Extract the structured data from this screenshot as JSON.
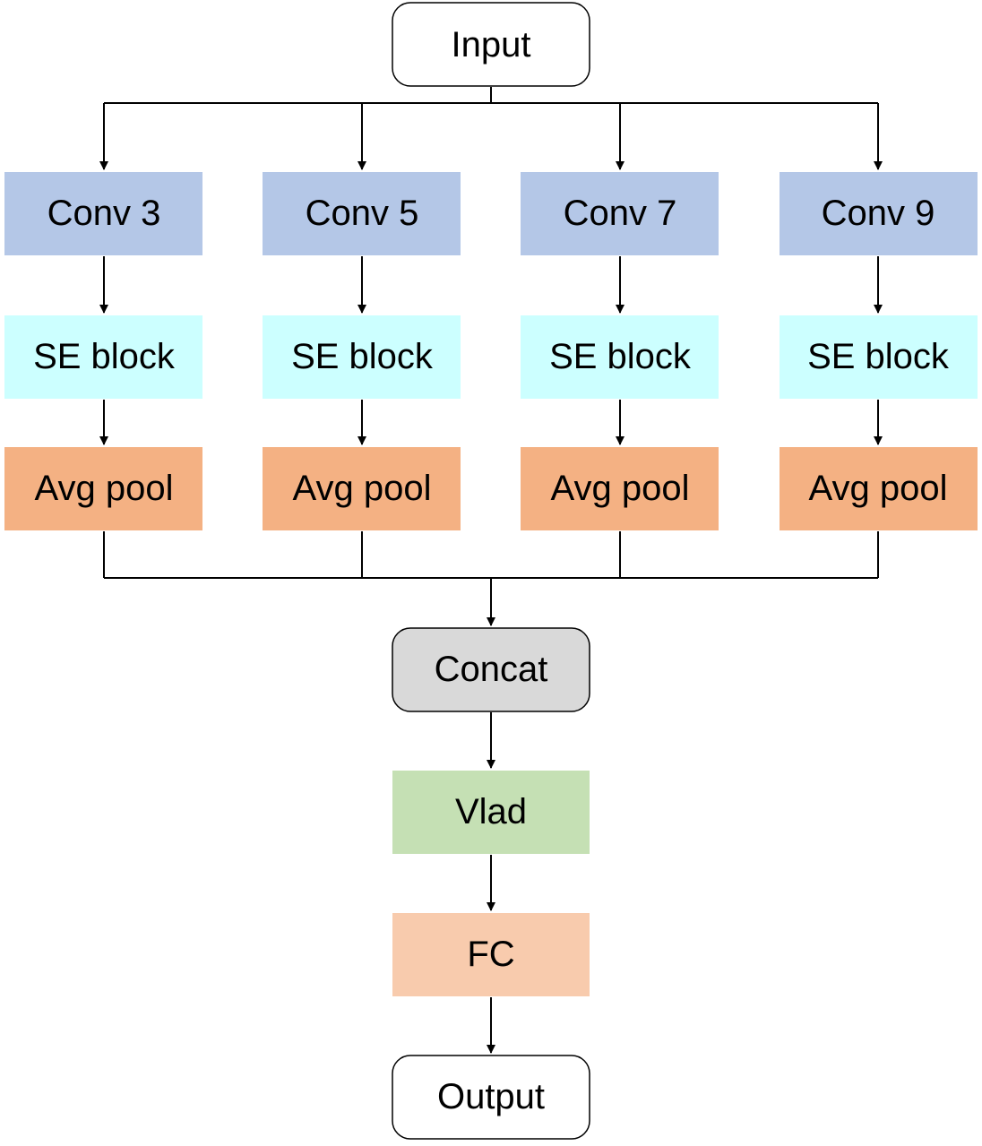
{
  "diagram": {
    "input": {
      "label": "Input",
      "color": "#ffffff"
    },
    "branches": [
      {
        "conv": "Conv 3",
        "se": "SE block",
        "pool": "Avg pool"
      },
      {
        "conv": "Conv 5",
        "se": "SE block",
        "pool": "Avg pool"
      },
      {
        "conv": "Conv 7",
        "se": "SE block",
        "pool": "Avg pool"
      },
      {
        "conv": "Conv 9",
        "se": "SE block",
        "pool": "Avg pool"
      }
    ],
    "concat": {
      "label": "Concat",
      "color": "#d9d9d9"
    },
    "vlad": {
      "label": "Vlad",
      "color": "#c5e0b4"
    },
    "fc": {
      "label": "FC",
      "color": "#f8cbad"
    },
    "output": {
      "label": "Output",
      "color": "#ffffff"
    },
    "colors": {
      "conv": "#b4c7e7",
      "se": "#ccffff",
      "pool": "#f4b183",
      "line": "#000000"
    }
  }
}
